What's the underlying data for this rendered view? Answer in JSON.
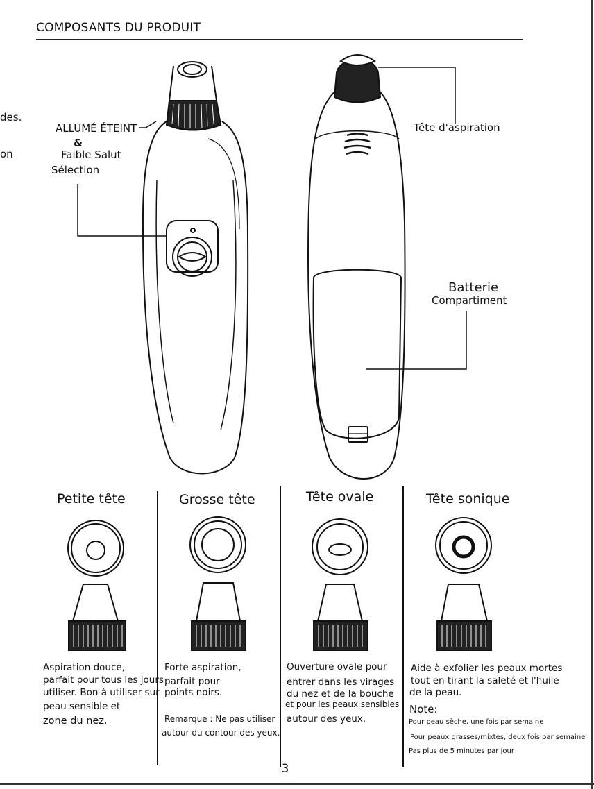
{
  "page": {
    "title": "COMPOSANTS DU PRODUIT",
    "left_cutoff_1": "des.",
    "left_cutoff_2": "on",
    "page_number": "3"
  },
  "callouts": {
    "power_line1": "ALLUMÉ ÉTEINT",
    "power_line2": "&",
    "power_line3": "Faible Salut",
    "power_line4": "Sélection",
    "suction_head": "Tête d'aspiration",
    "battery_line1": "Batterie",
    "battery_line2": "Compartiment"
  },
  "heads": [
    {
      "name": "Petite tête",
      "desc": [
        "Aspiration douce,",
        "parfait pour tous les jours",
        "utiliser. Bon à utiliser sur",
        "peau sensible et",
        "zone du nez."
      ]
    },
    {
      "name": "Grosse tête",
      "desc": [
        "Forte aspiration,",
        "parfait pour",
        "points noirs."
      ],
      "note": [
        "Remarque : Ne pas utiliser",
        "autour du contour des yeux."
      ]
    },
    {
      "name": "Tête ovale",
      "desc": [
        "Ouverture ovale pour",
        "entrer dans les virages",
        "du nez et de la bouche",
        "et pour les peaux sensibles",
        "autour des yeux."
      ]
    },
    {
      "name": "Tête sonique",
      "desc": [
        "Aide à exfolier les peaux mortes",
        "tout en tirant la saleté et l'huile",
        "de la peau."
      ],
      "note_label": "Note:",
      "note": [
        "Pour peau sèche, une fois par semaine",
        "Pour peaux grasses/mixtes, deux fois par semaine",
        "Pas plus de 5 minutes par jour"
      ]
    }
  ]
}
